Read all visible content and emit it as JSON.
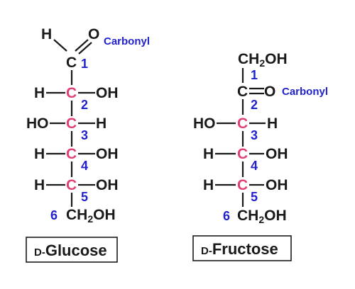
{
  "glucose": {
    "name_prefix": "D-",
    "name": "Glucose",
    "aldehyde_h": "H",
    "aldehyde_o": "O",
    "carbonyl_label": "Carbonyl",
    "carbon_symbol": "C",
    "h": "H",
    "oh": "OH",
    "ho": "HO",
    "numbers": [
      "1",
      "2",
      "3",
      "4",
      "5",
      "6"
    ],
    "ch2oh_main": "CH",
    "ch2oh_sub": "2",
    "ch2oh_tail": "OH"
  },
  "fructose": {
    "name_prefix": "D-",
    "name": "Fructose",
    "top_main": "CH",
    "top_sub": "2",
    "top_tail": "OH",
    "carbon_symbol": "C",
    "ketone_o": "O",
    "carbonyl_label": "Carbonyl",
    "h": "H",
    "oh": "OH",
    "ho": "HO",
    "numbers": [
      "1",
      "2",
      "3",
      "4",
      "5",
      "6"
    ],
    "ch2oh_main": "CH",
    "ch2oh_sub": "2",
    "ch2oh_tail": "OH"
  },
  "colors": {
    "carbon": "#e0407a",
    "numbering": "#2222cc",
    "bonds": "#1a1a1a"
  }
}
